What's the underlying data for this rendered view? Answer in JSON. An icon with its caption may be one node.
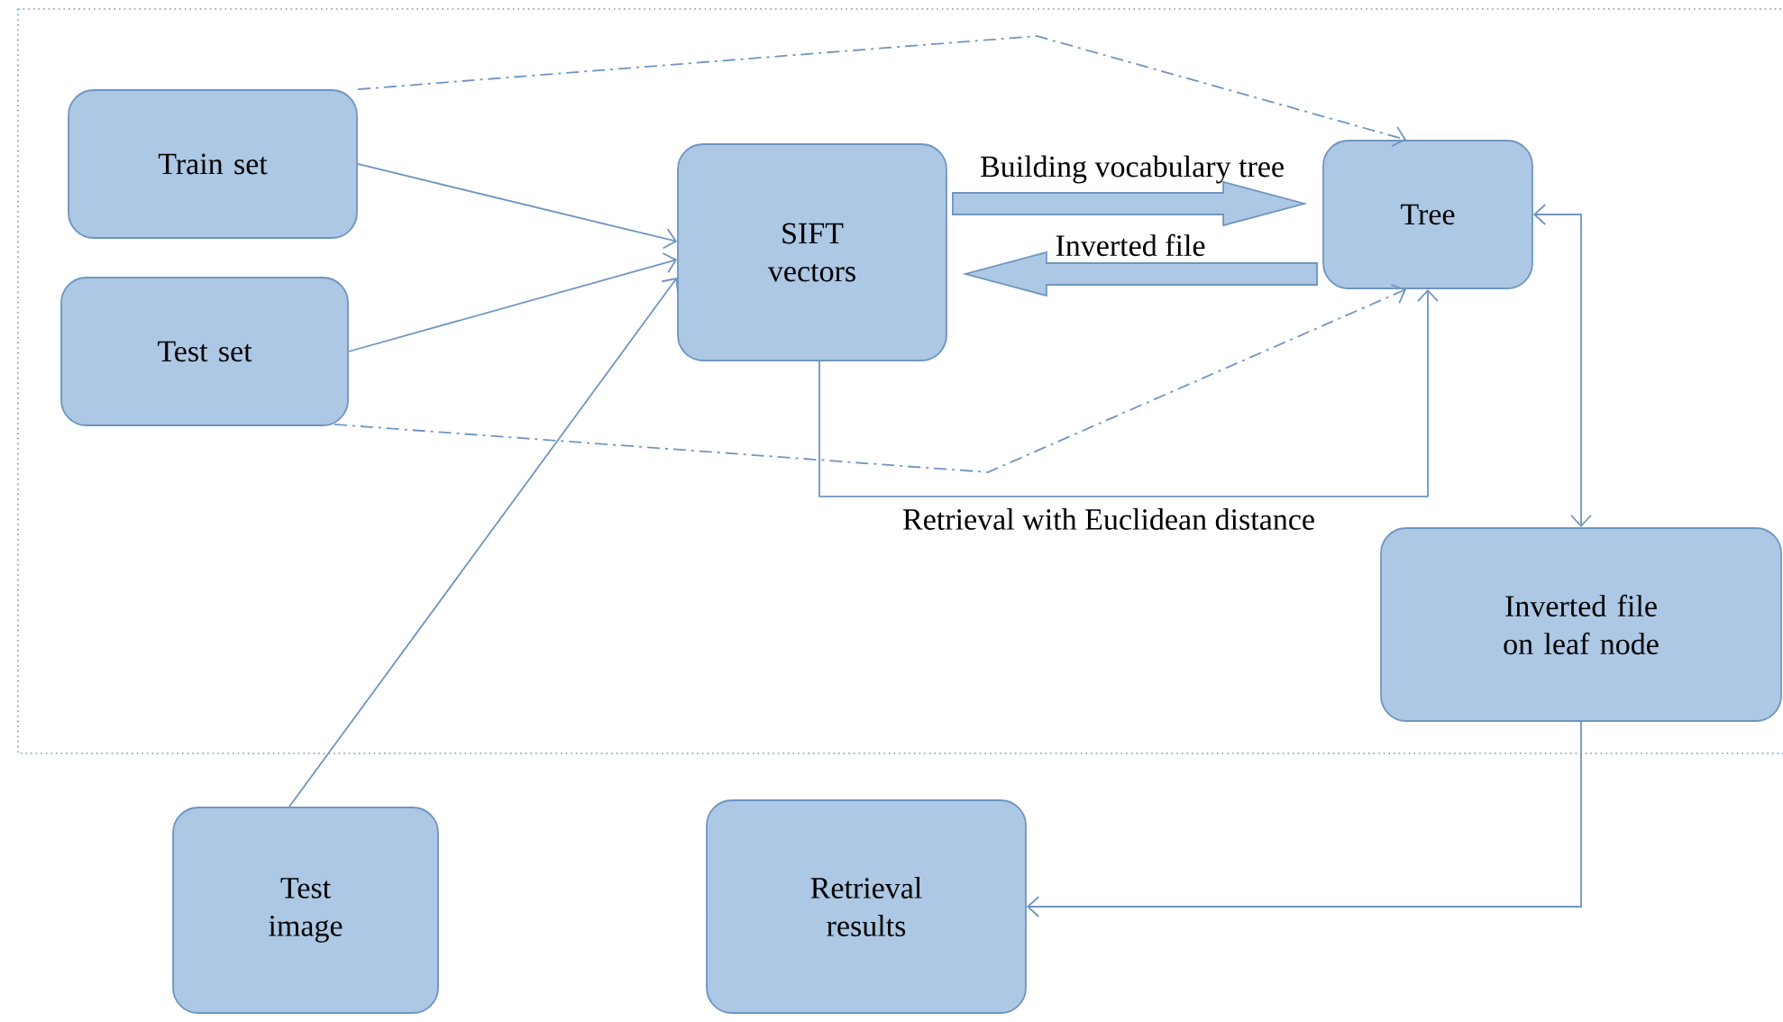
{
  "diagram": {
    "nodes": [
      {
        "text": [
          "Train set"
        ]
      },
      {
        "text": [
          "Test set"
        ]
      },
      {
        "text": [
          "SIFT vectors"
        ]
      },
      {
        "text": [
          "Tree"
        ]
      },
      {
        "text": [
          "Inverted file on leaf node"
        ]
      },
      {
        "text": [
          "Test image"
        ]
      },
      {
        "text": [
          "Retrieval results"
        ]
      }
    ],
    "edges": [
      {
        "from": 0,
        "to": 2,
        "arrow": "to"
      },
      {
        "from": 1,
        "to": 2,
        "arrow": "to"
      },
      {
        "from": 5,
        "to": 2,
        "arrow": "to"
      },
      {
        "from": 2,
        "to": 3,
        "arrow": "to",
        "label": "Building vocabulary tree",
        "style": "thick"
      },
      {
        "from": 3,
        "to": 2,
        "arrow": "to",
        "label": "Inverted file",
        "style": "thick"
      },
      {
        "from": 0,
        "to": 3,
        "arrow": "to",
        "style": "dashed"
      },
      {
        "from": 1,
        "to": 3,
        "arrow": "to",
        "style": "dashed"
      },
      {
        "from": 2,
        "to": 3,
        "arrow": "to",
        "label": "Retrieval with Euclidean distance"
      },
      {
        "from": 3,
        "to": 4,
        "arrow": "both"
      },
      {
        "from": 4,
        "to": 6,
        "arrow": "to"
      }
    ]
  }
}
